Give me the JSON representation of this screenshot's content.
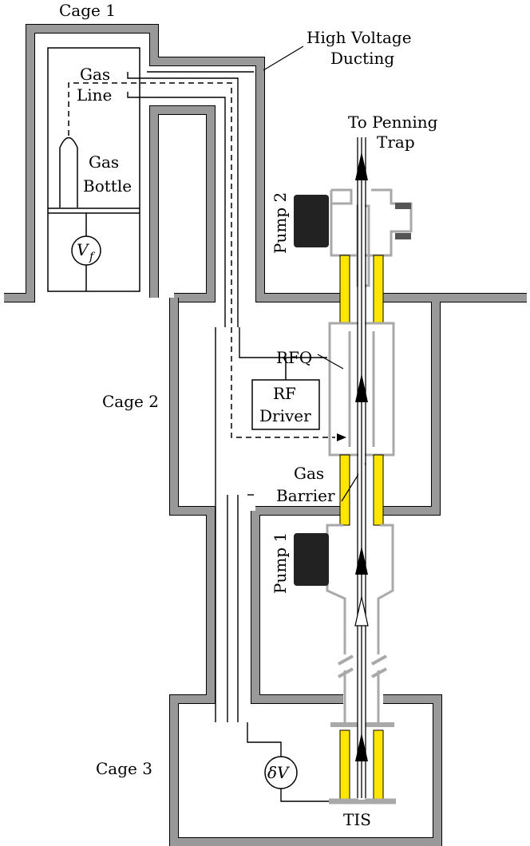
{
  "labels": {
    "cage1": "Cage 1",
    "cage2": "Cage 2",
    "cage3": "Cage 3",
    "hv_ducting_line1": "High Voltage",
    "hv_ducting_line2": "Ducting",
    "gas_line_1": "Gas",
    "gas_line_2": "Line",
    "gas_bottle_1": "Gas",
    "gas_bottle_2": "Bottle",
    "to_penning_1": "To Penning",
    "to_penning_2": "Trap",
    "pump2": "Pump 2",
    "pump1": "Pump 1",
    "rfq": "RFQ",
    "rf_driver_1": "RF",
    "rf_driver_2": "Driver",
    "gas_barrier_1": "Gas",
    "gas_barrier_2": "Barrier",
    "tis": "TIS",
    "vf_main": "V",
    "vf_sub": "f",
    "dv_main": "δV"
  },
  "colors": {
    "wall_fill": "#999999",
    "electrode": "#ffe600",
    "pump": "#222222"
  }
}
